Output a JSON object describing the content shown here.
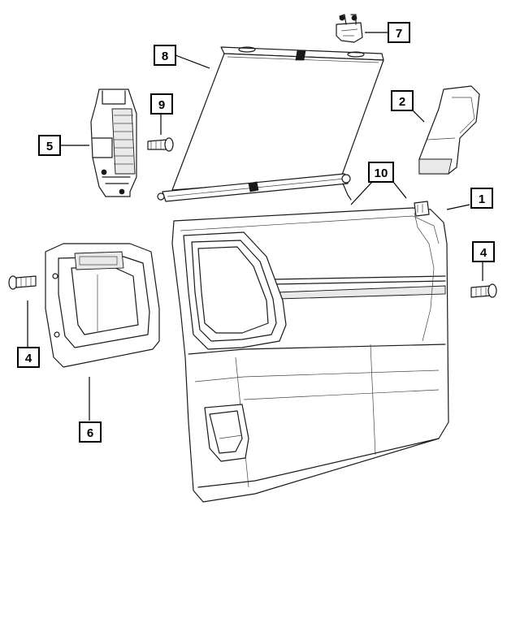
{
  "diagram": {
    "callouts": [
      {
        "id": "1",
        "label": "1"
      },
      {
        "id": "2",
        "label": "2"
      },
      {
        "id": "4a",
        "label": "4"
      },
      {
        "id": "4b",
        "label": "4"
      },
      {
        "id": "5",
        "label": "5"
      },
      {
        "id": "6",
        "label": "6"
      },
      {
        "id": "7",
        "label": "7"
      },
      {
        "id": "8",
        "label": "8"
      },
      {
        "id": "9",
        "label": "9"
      },
      {
        "id": "10",
        "label": "10"
      }
    ]
  }
}
